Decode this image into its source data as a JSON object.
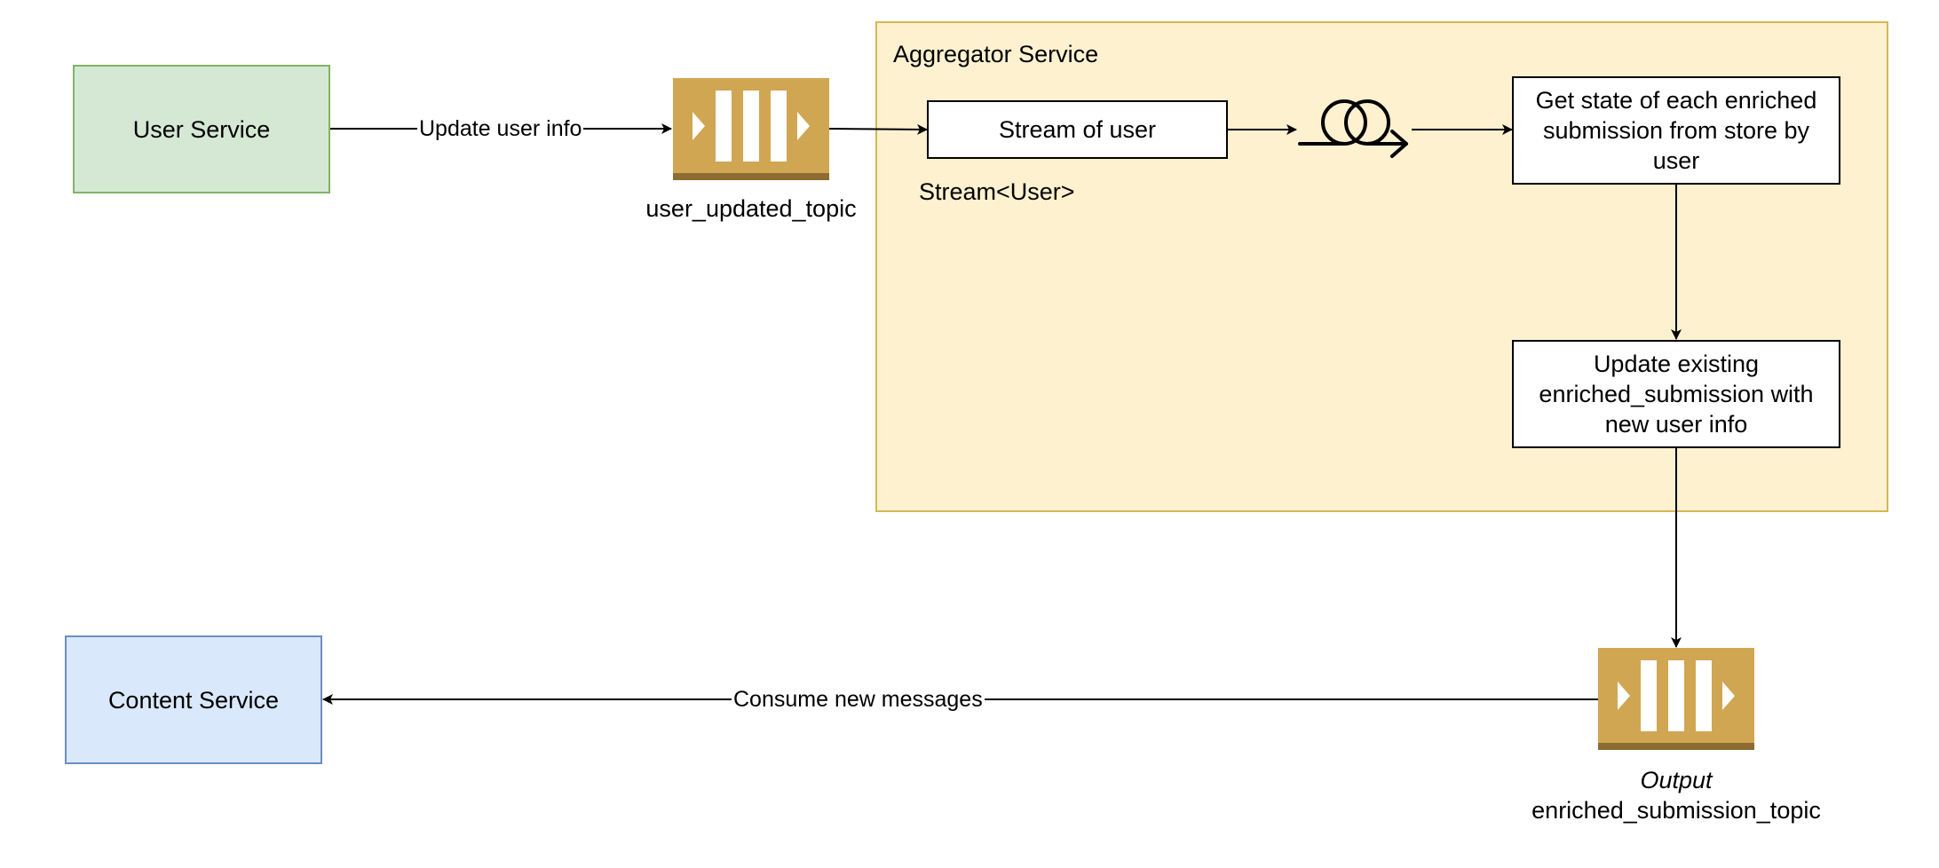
{
  "nodes": {
    "user_service": "User Service",
    "content_service": "Content Service",
    "aggregator_title": "Aggregator Service",
    "stream_of_user": "Stream of user",
    "stream_type_label": "Stream<User>",
    "get_state": "Get state of each enriched submission from store by user",
    "update_existing": "Update existing enriched_submission with new user info",
    "topic_in": "user_updated_topic",
    "topic_out_caption": "Output",
    "topic_out": "enriched_submission_topic"
  },
  "edges": {
    "update_user_info": "Update user info",
    "consume_new_messages": "Consume new messages"
  },
  "colors": {
    "aggregator_fill": "#fdf1cf",
    "aggregator_stroke": "#d6b656",
    "user_service_fill": "#d5e8d4",
    "user_service_stroke": "#82b366",
    "content_service_fill": "#dae8fc",
    "content_service_stroke": "#6c8ebf",
    "topic_fill": "#d1a653",
    "topic_base": "#8c6c31"
  },
  "icons": {
    "topic": "queue-icon",
    "join": "join-loop-icon"
  }
}
